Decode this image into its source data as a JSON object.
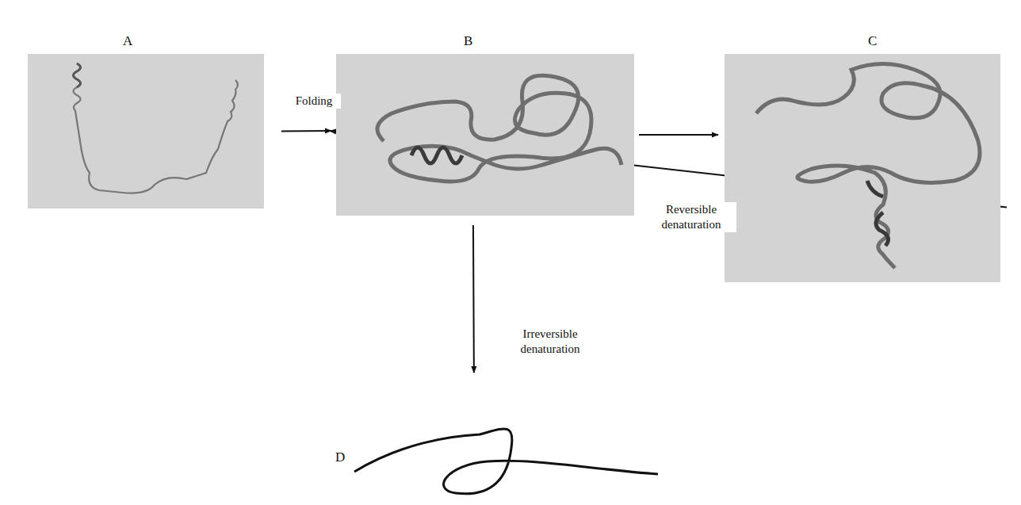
{
  "diagram": {
    "nodes": [
      {
        "text": [
          "A"
        ]
      },
      {
        "text": [
          "B"
        ]
      },
      {
        "text": [
          "C"
        ]
      },
      {
        "text": [
          "D"
        ]
      }
    ],
    "edges": [
      {
        "from": 0,
        "to": 1,
        "arrow": "to",
        "label": "Folding"
      },
      {
        "from": 1,
        "to": 2,
        "arrow": "to",
        "label": "Reversible denaturation"
      },
      {
        "from": 2,
        "to": 1,
        "arrow": "to"
      },
      {
        "from": 1,
        "to": 3,
        "arrow": "to",
        "label": "Irreversible denaturation"
      }
    ]
  }
}
